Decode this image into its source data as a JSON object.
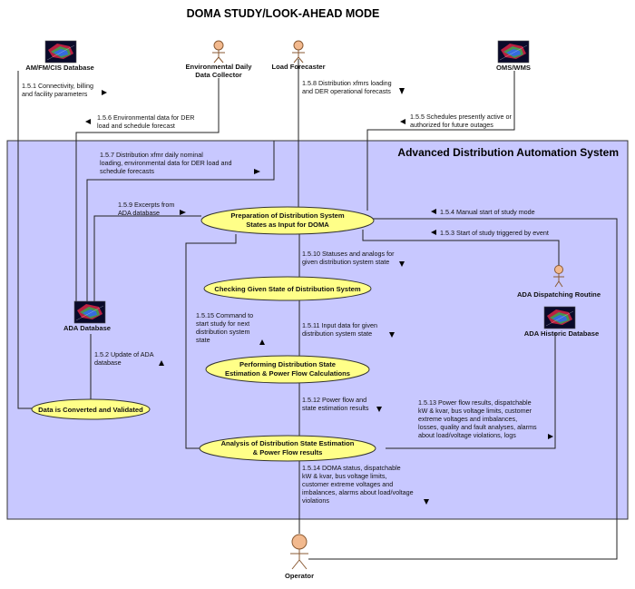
{
  "title": "DOMA STUDY/LOOK-AHEAD MODE",
  "system_boundary": {
    "title": "Advanced Distribution Automation System"
  },
  "actors": {
    "amfm": "AM/FM/CIS Database",
    "env_line1": "Environmental Daily",
    "env_line2": "Data Collector",
    "load": "Load Forecaster",
    "oms": "OMS/WMS",
    "ada_db": "ADA Database",
    "dispatch": "ADA Dispatching Routine",
    "historic": "ADA Historic Database",
    "operator": "Operator"
  },
  "use_cases": {
    "prep_l1": "Preparation of Distribution System",
    "prep_l2": "States as Input for DOMA",
    "check": "Checking Given State of Distribution System",
    "perform_l1": "Performing Distribution State",
    "perform_l2": "Estimation & Power Flow Calculations",
    "analysis_l1": "Analysis of Distribution State Estimation",
    "analysis_l2": "& Power Flow results",
    "converted": "Data is Converted and Validated"
  },
  "messages": {
    "m151": [
      "1.5.1 Connectivity, billing",
      "and facility parameters"
    ],
    "m156": [
      "1.5.6 Environmental data for DER",
      "load and schedule forecast"
    ],
    "m158": [
      "1.5.8 Distribution xfmrs loading",
      "and DER operational forecasts"
    ],
    "m155": [
      "1.5.5 Schedules presently active or",
      "authorized for future outages"
    ],
    "m157": [
      "1.5.7 Distribution xfmr daily  nominal",
      "loading, environmental data for DER load and",
      "schedule forecasts"
    ],
    "m159": [
      "1.5.9 Excerpts from",
      "ADA database"
    ],
    "m154": [
      "1.5.4 Manual start of study mode"
    ],
    "m153": [
      "1.5.3 Start of study triggered by event"
    ],
    "m1510": [
      "1.5.10 Statuses and analogs for",
      "given distribution system state"
    ],
    "m1515": [
      "1.5.15 Command to",
      "start study for next",
      "distribution system",
      "state"
    ],
    "m1511": [
      "1.5.11 Input data for given",
      "distribution system state"
    ],
    "m152": [
      "1.5.2 Update of ADA",
      "database"
    ],
    "m1512": [
      "1.5.12 Power flow and",
      "state estimation results"
    ],
    "m1513": [
      "1.5.13 Power flow results, dispatchable",
      "kW & kvar, bus voltage limits, customer",
      "extreme voltages and imbalances,",
      "losses, quality and fault analyses, alarms",
      "about load/voltage violations, logs"
    ],
    "m1514": [
      "1.5.14 DOMA status, dispatchable",
      "kW & kvar, bus voltage limits,",
      "customer extreme voltages and",
      "imbalances, alarms about load/voltage",
      "violations"
    ]
  },
  "colors": {
    "boundary_fill": "#c8c8ff",
    "use_case_fill": "#ffff88",
    "actor_head": "#f2b98e"
  },
  "icons": {
    "database": "database-icon",
    "actor": "stick-figure-icon",
    "arrow": "triangle-arrow-icon"
  }
}
